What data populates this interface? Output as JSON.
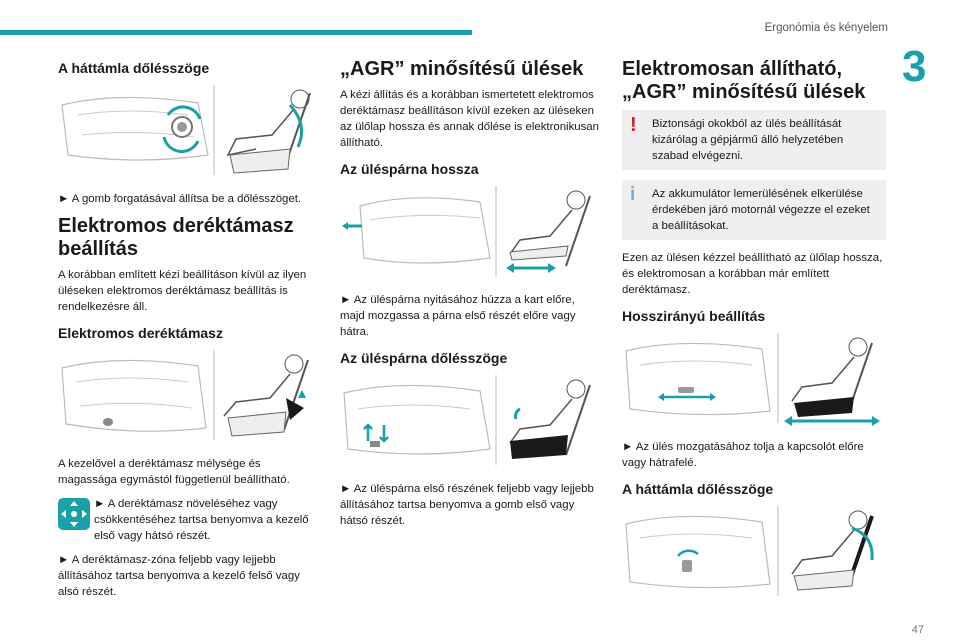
{
  "header": {
    "section": "Ergonómia és kényelem",
    "chapter": "3"
  },
  "col1": {
    "h_backrest": "A háttámla dőlésszöge",
    "p_backrest": "► A gomb forgatásával állítsa be a dőlésszöget.",
    "h_lumbar_setting": "Elektromos deréktámasz beállítás",
    "p_lumbar_intro": "A korábban említett kézi beállításon kívül az ilyen üléseken elektromos deréktámasz beállítás is rendelkezésre áll.",
    "h_lumbar": "Elektromos deréktámasz",
    "p_lumbar_1": "A kezelővel a deréktámasz mélysége és magassága egymástól függetlenül beállítható.",
    "p_lumbar_2": "► A deréktámasz növeléséhez vagy csökkentéséhez tartsa benyomva a kezelő első vagy hátsó részét.",
    "p_lumbar_3": "► A deréktámasz-zóna feljebb vagy lejjebb állításához tartsa benyomva a kezelő felső vagy alsó részét."
  },
  "col2": {
    "h_agr": "„AGR” minősítésű ülések",
    "p_agr": "A kézi állítás és a korábban ismertetett elektromos deréktámasz beállításon kívül ezeken az üléseken az ülőlap hossza és annak dőlése is elektronikusan állítható.",
    "h_cushion_length": "Az üléspárna hossza",
    "p_cushion_length": "► Az üléspárna nyitásához húzza a kart előre, majd mozgassa a párna első részét előre vagy hátra.",
    "h_cushion_tilt": "Az üléspárna dőlésszöge",
    "p_cushion_tilt": "► Az üléspárna első részének feljebb vagy lejjebb állításához tartsa benyomva a gomb első vagy hátsó részét."
  },
  "col3": {
    "h_electric": "Elektromosan állítható, „AGR” minősítésű ülések",
    "warn_text": "Biztonsági okokból az ülés beállítását kizárólag a gépjármű álló helyzetében szabad elvégezni.",
    "info_text": "Az akkumulátor lemerülésének elkerülése érdekében járó motornál végezze el ezeket a beállításokat.",
    "p_intro": "Ezen az ülésen kézzel beállítható az ülőlap hossza, és elektromosan a korábban már említett deréktámasz.",
    "h_longitudinal": "Hosszirányú beállítás",
    "p_longitudinal": "► Az ülés mozgatásához tolja a kapcsolót előre vagy hátrafelé.",
    "h_backrest": "A háttámla dőlésszöge"
  },
  "footer": {
    "page": "47"
  },
  "colors": {
    "accent": "#1aa0a8",
    "warning": "#d0202b",
    "info": "#6fb2d8"
  },
  "icons": [
    "seat-control-illustration",
    "seated-person-illustration",
    "lumbar-dial-icon",
    "warning-icon",
    "info-icon"
  ]
}
